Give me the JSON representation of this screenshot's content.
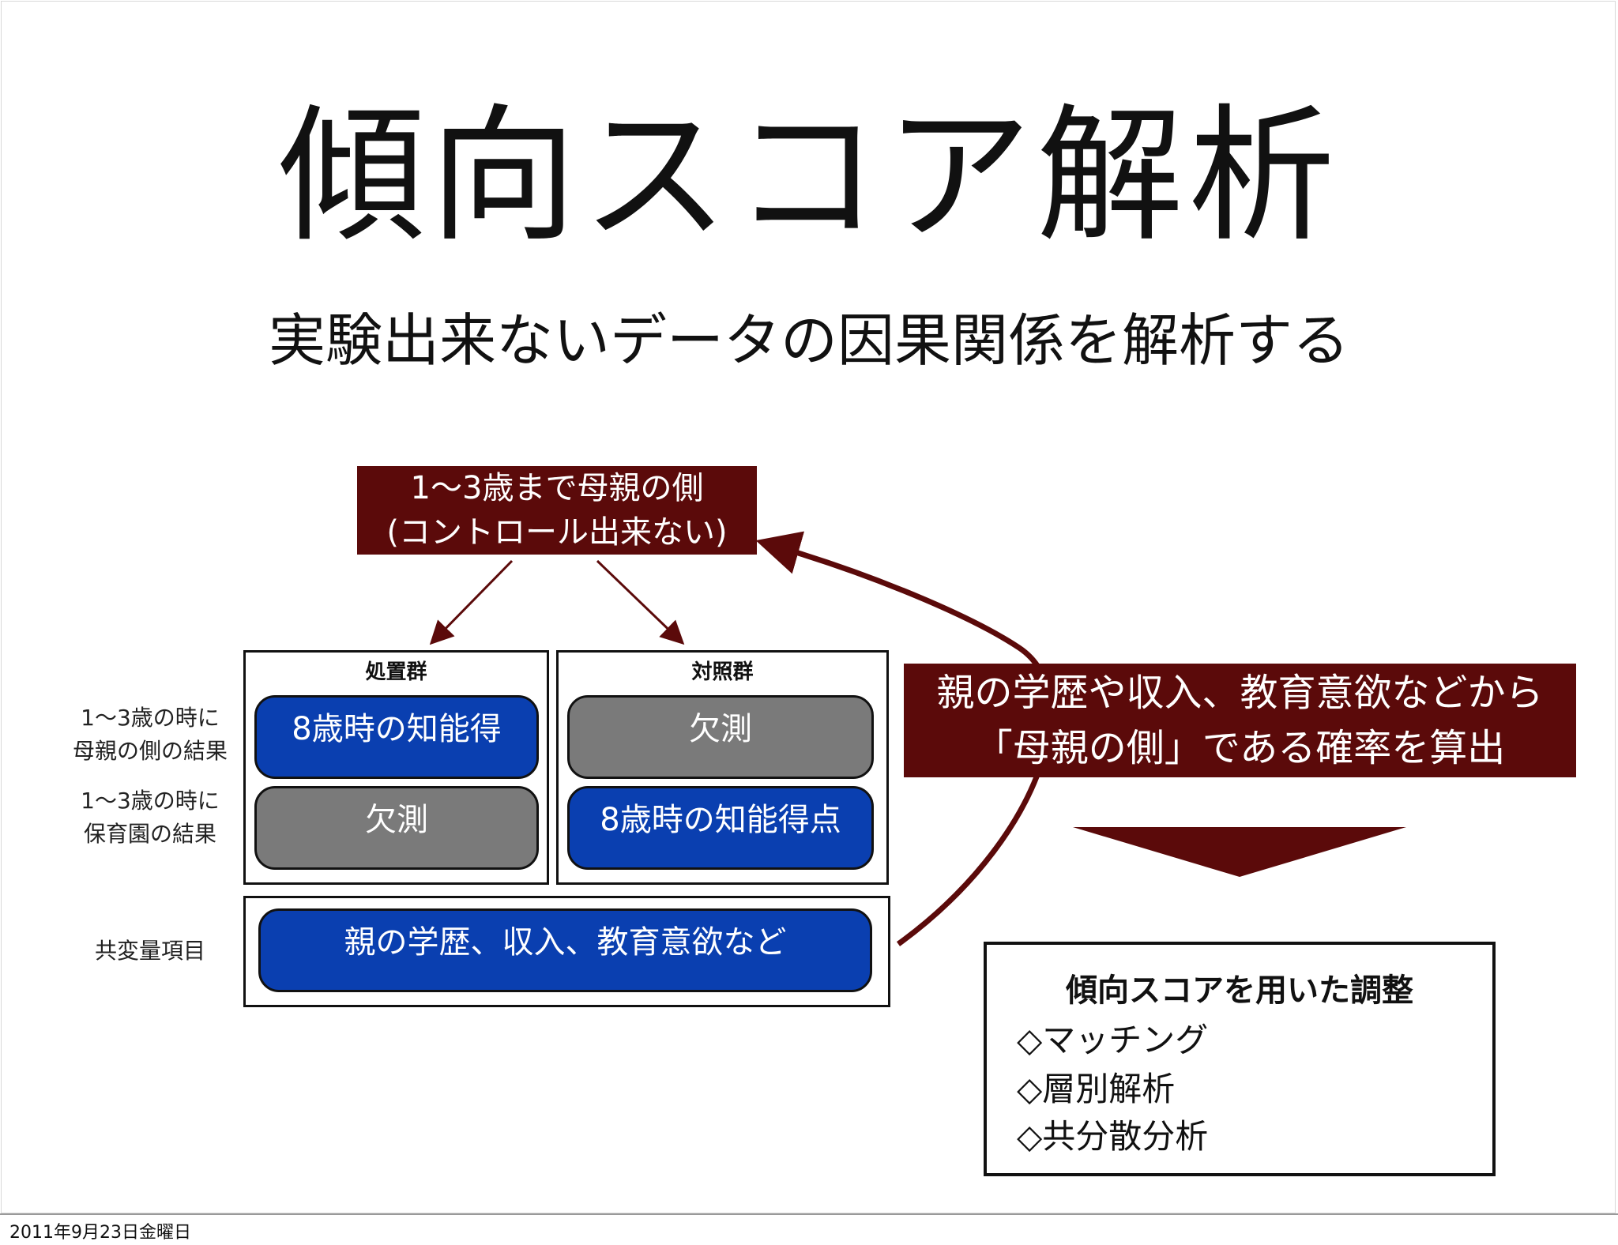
{
  "slide": {
    "title": "傾向スコア解析",
    "subtitle": "実験出来ないデータの因果関係を解析する"
  },
  "cause": {
    "line1": "1〜3歳まで母親の側",
    "line2": "(コントロール出来ない)"
  },
  "groups": {
    "treatment_label": "処置群",
    "control_label": "対照群"
  },
  "row_labels": {
    "row1_line1": "1〜3歳の時に",
    "row1_line2": "母親の側の結果",
    "row2_line1": "1〜3歳の時に",
    "row2_line2": "保育園の結果",
    "covariate": "共変量項目"
  },
  "cells": {
    "treatment_row1": "8歳時の知能得",
    "treatment_row2": "欠測",
    "control_row1": "欠測",
    "control_row2": "8歳時の知能得点",
    "covariates": "親の学歴、収入、教育意欲など"
  },
  "callout": {
    "line1": "親の学歴や収入、教育意欲などから",
    "line2": "「母親の側」である確率を算出"
  },
  "result": {
    "title": "傾向スコアを用いた調整",
    "items": [
      "◇マッチング",
      "◇層別解析",
      "◇共分散分析"
    ]
  },
  "footer": {
    "date": "2011年9月23日金曜日"
  },
  "colors": {
    "maroon": "#5b0a0a",
    "blue": "#0a3fb0",
    "gray": "#7a7a7a"
  }
}
